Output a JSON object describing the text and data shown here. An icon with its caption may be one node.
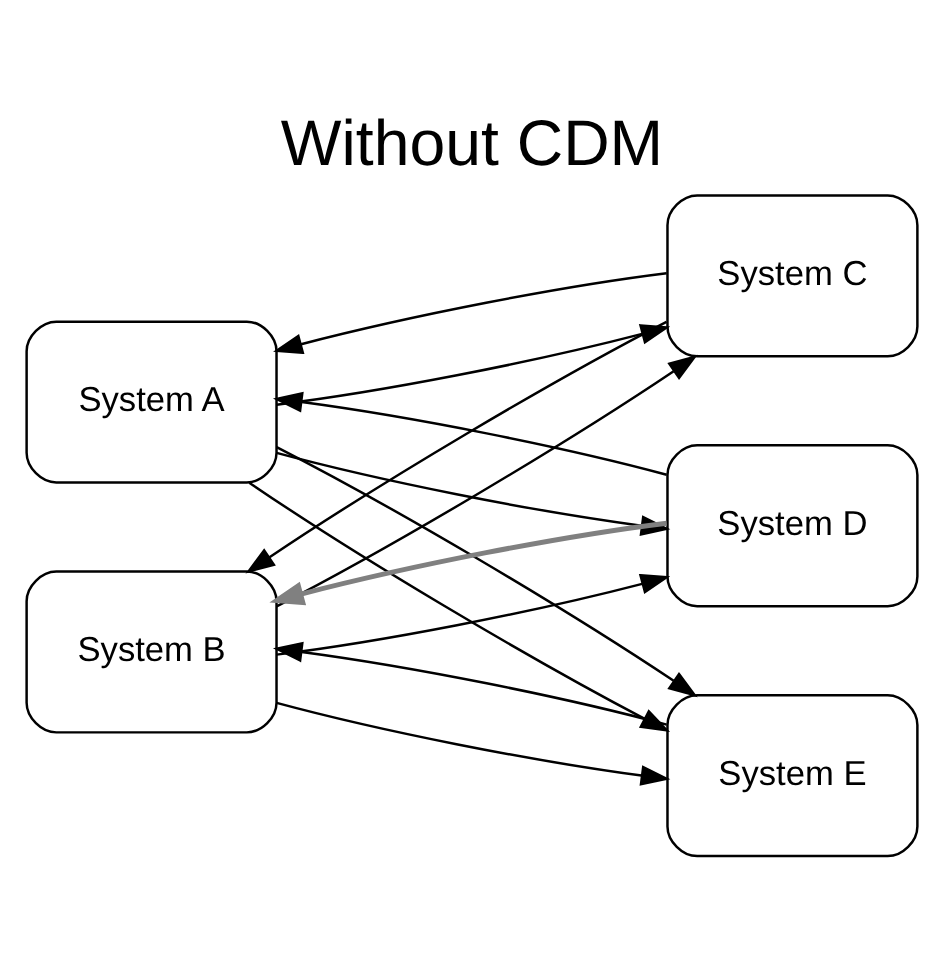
{
  "diagram": {
    "title": "Without CDM",
    "nodes": [
      {
        "text": [
          "System A"
        ]
      },
      {
        "text": [
          "System C"
        ]
      },
      {
        "text": [
          "System B"
        ]
      },
      {
        "text": [
          "System D"
        ]
      },
      {
        "text": [
          "System E"
        ]
      }
    ],
    "edges": [
      {
        "from": 0,
        "to": 1,
        "arrow": "to"
      },
      {
        "from": 1,
        "to": 0,
        "arrow": "to"
      },
      {
        "from": 0,
        "to": 3,
        "arrow": "to"
      },
      {
        "from": 3,
        "to": 0,
        "arrow": "to"
      },
      {
        "from": 2,
        "to": 1,
        "arrow": "to"
      },
      {
        "from": 1,
        "to": 2,
        "arrow": "to"
      },
      {
        "from": 2,
        "to": 3,
        "arrow": "to"
      },
      {
        "from": 3,
        "to": 2,
        "arrow": "to",
        "color": "#808080"
      },
      {
        "from": 0,
        "to": 4,
        "arrow": "to"
      },
      {
        "from": 0,
        "to": 4,
        "arrow": "to"
      },
      {
        "from": 2,
        "to": 4,
        "arrow": "to"
      },
      {
        "from": 4,
        "to": 2,
        "arrow": "to"
      }
    ]
  }
}
